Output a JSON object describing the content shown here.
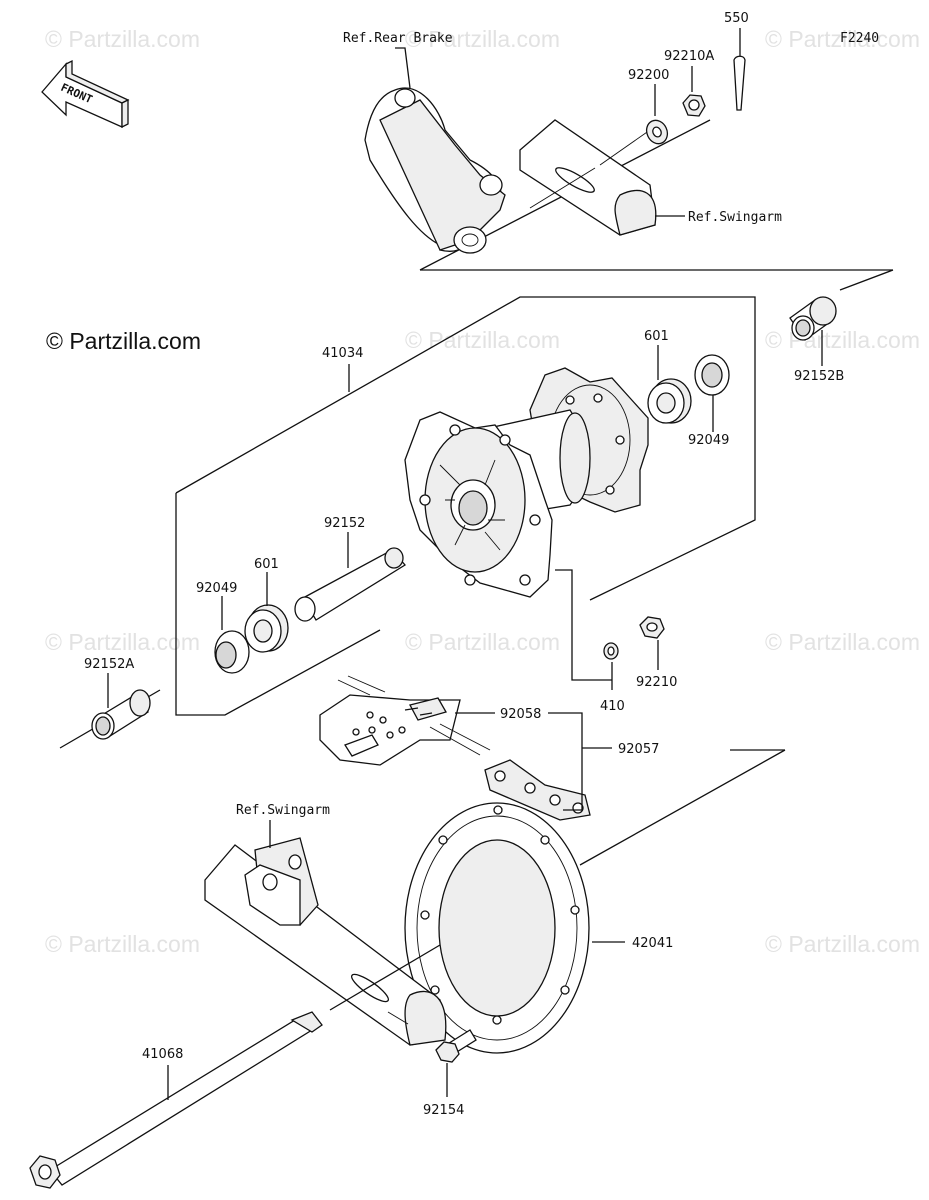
{
  "figure_code": "F2240",
  "copyright": "© Partzilla.com",
  "watermark": "© Partzilla.com",
  "front_label": "FRONT",
  "refs": {
    "rear_brake": "Ref.Rear Brake",
    "swingarm_top": "Ref.Swingarm",
    "swingarm_bottom": "Ref.Swingarm"
  },
  "parts": {
    "p550": "550",
    "p92210A": "92210A",
    "p92200": "92200",
    "p41034": "41034",
    "p601_top": "601",
    "p92049_top": "92049",
    "p92152B": "92152B",
    "p92152": "92152",
    "p601_bottom": "601",
    "p92049_bottom": "92049",
    "p92152A": "92152A",
    "p410": "410",
    "p92210": "92210",
    "p92058": "92058",
    "p92057": "92057",
    "p42041": "42041",
    "p41068": "41068",
    "p92154": "92154"
  }
}
